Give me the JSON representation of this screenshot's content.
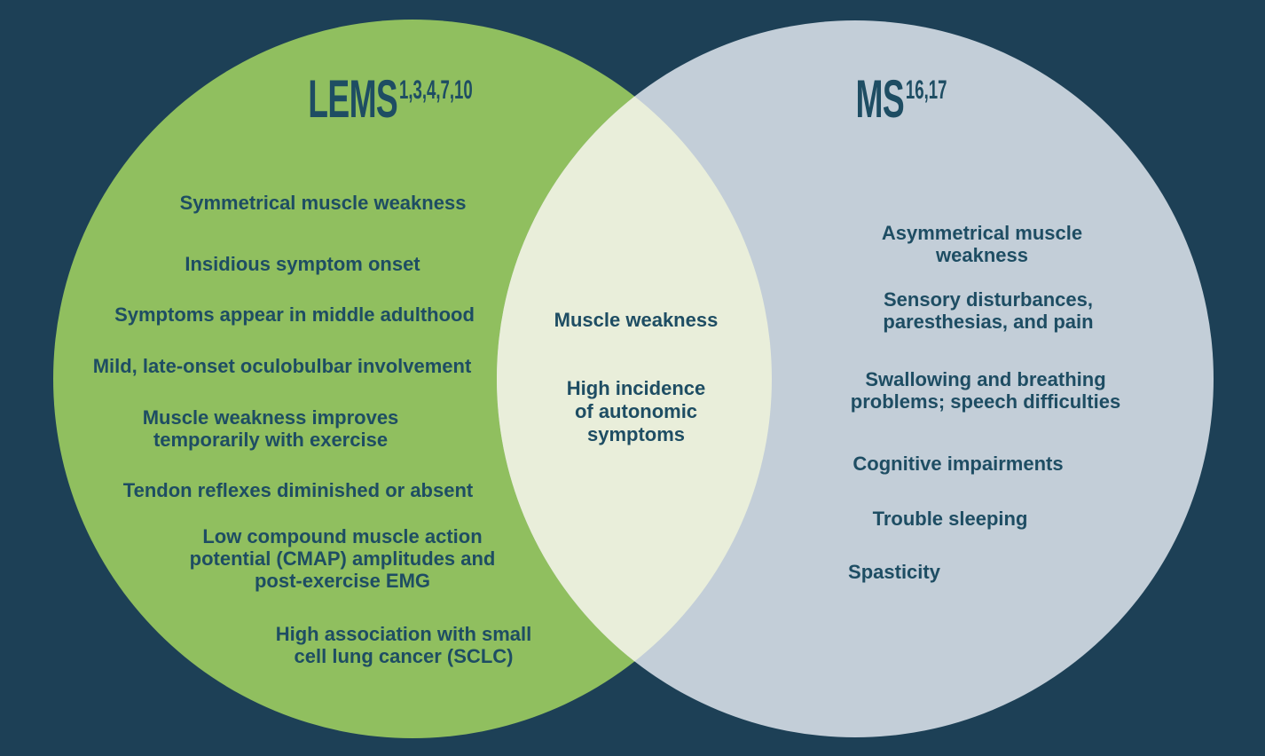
{
  "colors": {
    "background": "#1d4056",
    "left_circle": "#90bf5f",
    "right_circle": "#c3ced8",
    "overlap": "#e9eeda",
    "text": "#1e4d63"
  },
  "venn": {
    "left": {
      "title": "LEMS",
      "references": "1,3,4,7,10",
      "items": [
        "Symmetrical muscle weakness",
        "Insidious symptom onset",
        "Symptoms appear in middle adulthood",
        "Mild, late-onset oculobulbar involvement",
        "Muscle weakness improves\ntemporarily with exercise",
        "Tendon reflexes diminished or absent",
        "Low compound muscle action\npotential (CMAP) amplitudes and\npost-exercise EMG",
        "High association with small\ncell lung cancer (SCLC)"
      ]
    },
    "overlap": {
      "items": [
        "Muscle weakness",
        "High incidence\nof autonomic\nsymptoms"
      ]
    },
    "right": {
      "title": "MS",
      "references": "16,17",
      "items": [
        "Asymmetrical muscle weakness",
        "Sensory disturbances,\nparesthesias, and pain",
        "Swallowing and breathing\nproblems; speech difficulties",
        "Cognitive impairments",
        "Trouble sleeping",
        "Spasticity"
      ]
    }
  }
}
